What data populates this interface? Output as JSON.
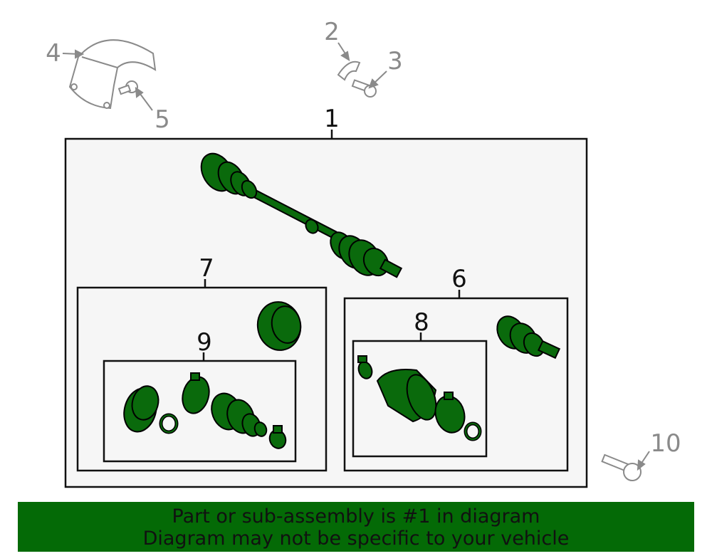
{
  "callouts": {
    "c1": "1",
    "c2": "2",
    "c3": "3",
    "c4": "4",
    "c5": "5",
    "c6": "6",
    "c7": "7",
    "c8": "8",
    "c9": "9",
    "c10": "10"
  },
  "banner": {
    "line1": "Part or sub-assembly is #1 in diagram",
    "line2": "Diagram may not be specific to your vehicle"
  },
  "colors": {
    "part_fill": "#0a6a0c",
    "banner_bg": "#046a06",
    "box_fill": "#f6f6f6",
    "gray_outline": "#8a8a8a"
  }
}
